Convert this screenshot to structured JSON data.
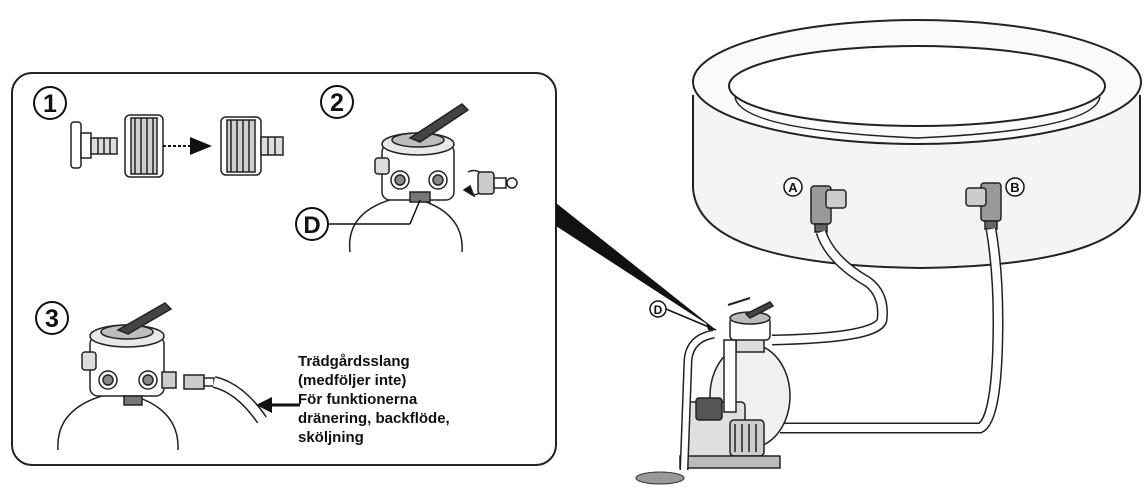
{
  "steps": {
    "step1": "1",
    "step2": "2",
    "step3": "3"
  },
  "labels": {
    "inset_d": "D",
    "pool_a": "A",
    "pool_b": "B",
    "pump_d": "D"
  },
  "caption": {
    "line1": "Trädgårdsslang",
    "line2": "(medföljer inte)",
    "line3": "För funktionerna",
    "line4": "dränering, backflöde,",
    "line5": "sköljning"
  }
}
